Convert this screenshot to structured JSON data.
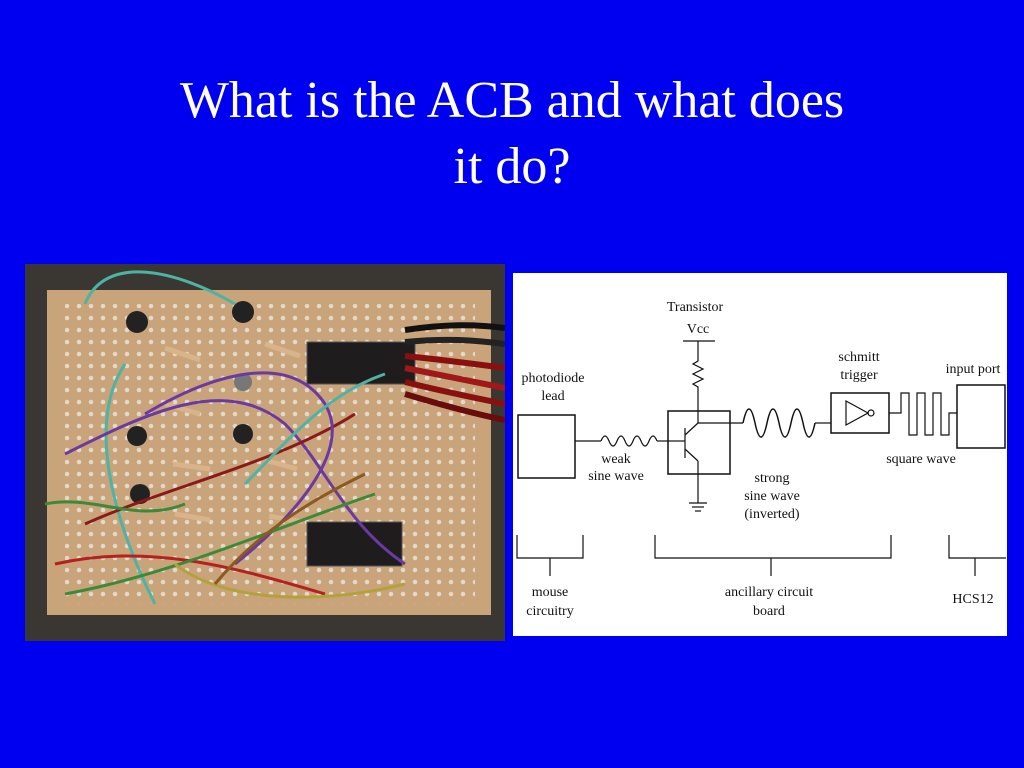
{
  "slide": {
    "title_line1": "What is the ACB and what does",
    "title_line2": "it do?"
  },
  "diagram": {
    "transistor": "Transistor",
    "vcc": "Vcc",
    "schmitt_line1": "schmitt",
    "schmitt_line2": "trigger",
    "input_port": "input port",
    "photodiode_line1": "photodiode",
    "photodiode_line2": "lead",
    "weak_line1": "weak",
    "weak_line2": "sine wave",
    "strong_line1": "strong",
    "strong_line2": "sine wave",
    "strong_line3": "(inverted)",
    "square_wave": "square wave",
    "mouse_line1": "mouse",
    "mouse_line2": "circuitry",
    "acb_line1": "ancillary circuit",
    "acb_line2": "board",
    "hcs12": "HCS12"
  },
  "colors": {
    "background": "#0000f0",
    "title_text": "#ffffff",
    "board": "#c9a37a"
  }
}
